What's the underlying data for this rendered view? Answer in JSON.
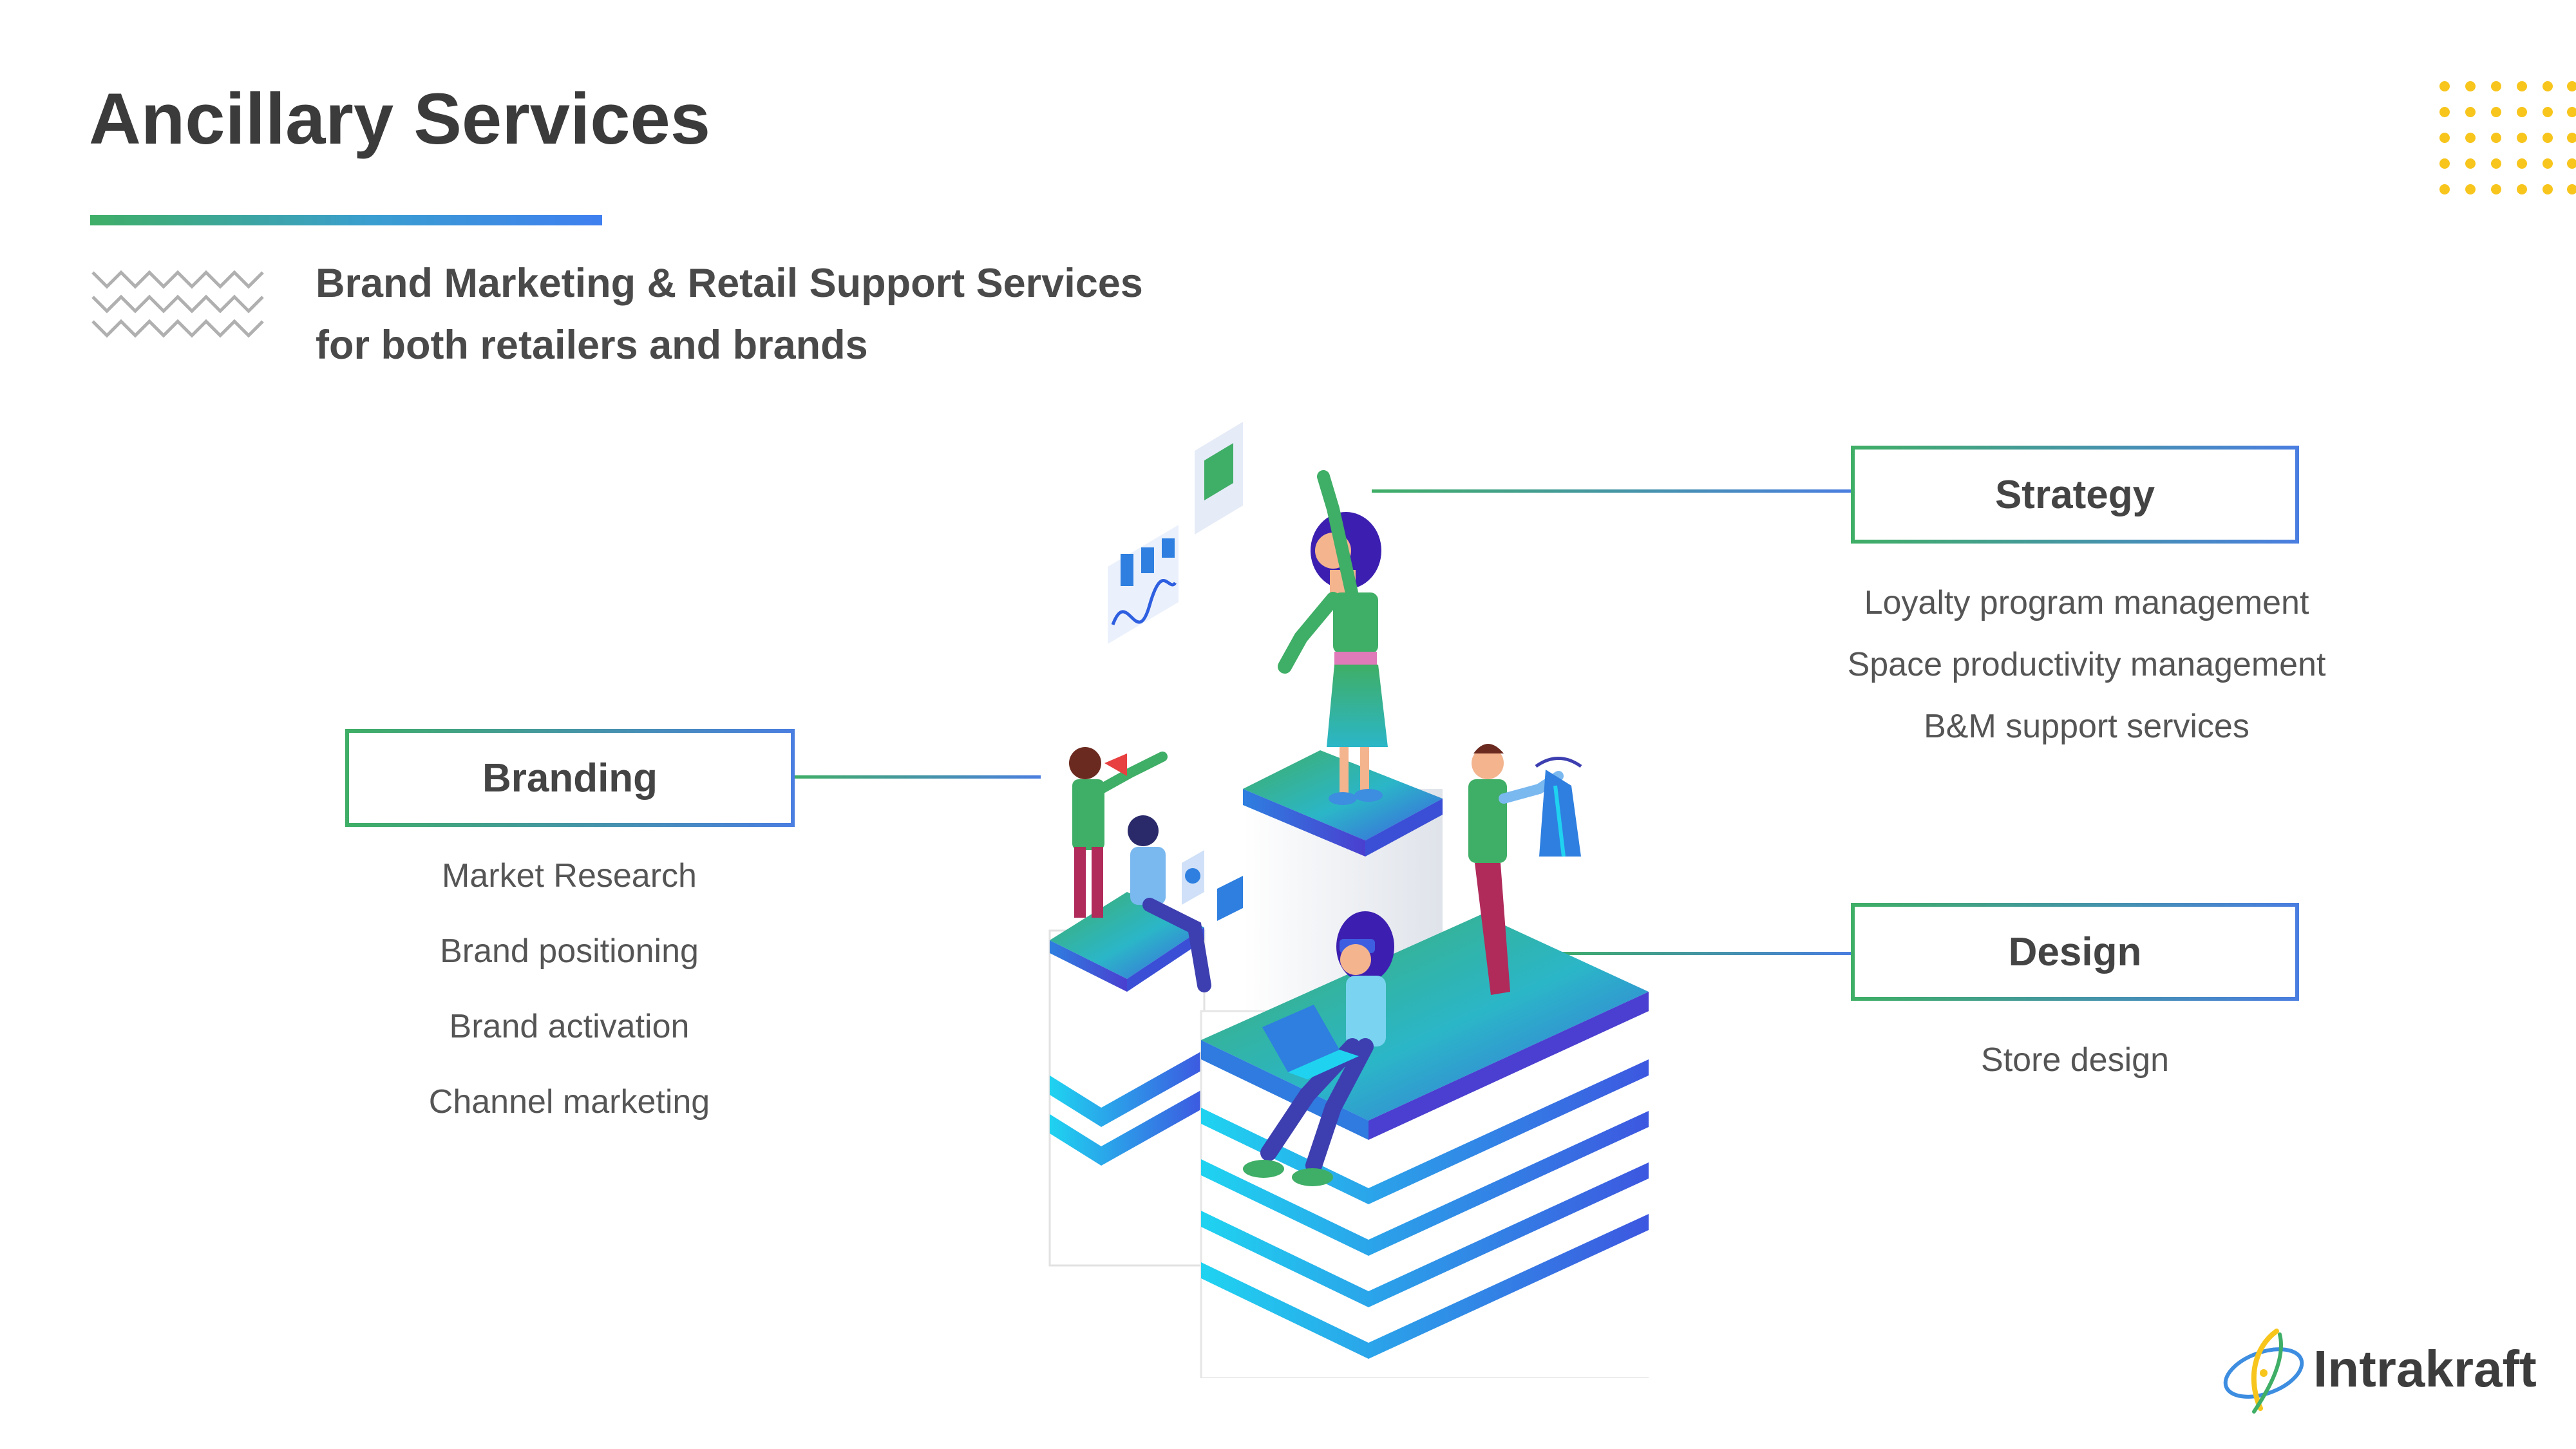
{
  "title": "Ancillary Services",
  "subtitle": {
    "line1": "Brand Marketing & Retail Support Services",
    "line2": "for both retailers and brands"
  },
  "branding": {
    "label": "Branding",
    "items": [
      "Market Research",
      "Brand positioning",
      "Brand activation",
      "Channel marketing"
    ]
  },
  "strategy": {
    "label": "Strategy",
    "items": [
      "Loyalty program management",
      "Space productivity management",
      "B&M support services"
    ]
  },
  "design": {
    "label": "Design",
    "items": [
      "Store design"
    ]
  },
  "logo": {
    "text": "Intrakraft"
  },
  "colors": {
    "accent_green": "#3fae66",
    "accent_blue": "#4a7ee0",
    "dot_yellow": "#f7c51c",
    "text_dark": "#3b3b3b",
    "text_gray": "#555555"
  },
  "icons": [
    "zigzag-pattern",
    "dot-grid",
    "isometric-team-illustration",
    "intrakraft-logo-mark"
  ]
}
